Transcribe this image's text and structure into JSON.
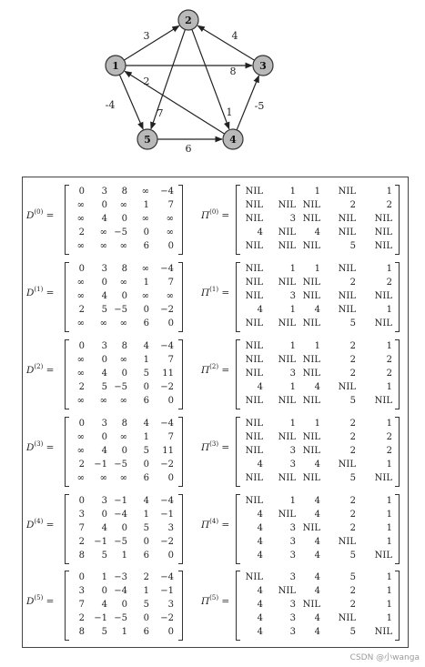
{
  "graph": {
    "nodes": [
      {
        "id": "1",
        "label": "1"
      },
      {
        "id": "2",
        "label": "2"
      },
      {
        "id": "3",
        "label": "3"
      },
      {
        "id": "4",
        "label": "4"
      },
      {
        "id": "5",
        "label": "5"
      }
    ],
    "edges": [
      {
        "from": "1",
        "to": "2",
        "weight": "3"
      },
      {
        "from": "1",
        "to": "3",
        "weight": "8"
      },
      {
        "from": "1",
        "to": "5",
        "weight": "-4"
      },
      {
        "from": "2",
        "to": "4",
        "weight": "1"
      },
      {
        "from": "2",
        "to": "5",
        "weight": "7"
      },
      {
        "from": "3",
        "to": "2",
        "weight": "4"
      },
      {
        "from": "4",
        "to": "1",
        "weight": "2"
      },
      {
        "from": "4",
        "to": "3",
        "weight": "-5"
      },
      {
        "from": "5",
        "to": "4",
        "weight": "6"
      }
    ]
  },
  "steps": [
    {
      "d_label": {
        "sym": "D",
        "sup": "(0)"
      },
      "p_label": {
        "sym": "Π",
        "sup": "(0)"
      },
      "D": [
        [
          "0",
          "3",
          "8",
          "∞",
          "−4"
        ],
        [
          "∞",
          "0",
          "∞",
          "1",
          "7"
        ],
        [
          "∞",
          "4",
          "0",
          "∞",
          "∞"
        ],
        [
          "2",
          "∞",
          "−5",
          "0",
          "∞"
        ],
        [
          "∞",
          "∞",
          "∞",
          "6",
          "0"
        ]
      ],
      "P": [
        [
          "NIL",
          "1",
          "1",
          "NIL",
          "1"
        ],
        [
          "NIL",
          "NIL",
          "NIL",
          "2",
          "2"
        ],
        [
          "NIL",
          "3",
          "NIL",
          "NIL",
          "NIL"
        ],
        [
          "4",
          "NIL",
          "4",
          "NIL",
          "NIL"
        ],
        [
          "NIL",
          "NIL",
          "NIL",
          "5",
          "NIL"
        ]
      ]
    },
    {
      "d_label": {
        "sym": "D",
        "sup": "(1)"
      },
      "p_label": {
        "sym": "Π",
        "sup": "(1)"
      },
      "D": [
        [
          "0",
          "3",
          "8",
          "∞",
          "−4"
        ],
        [
          "∞",
          "0",
          "∞",
          "1",
          "7"
        ],
        [
          "∞",
          "4",
          "0",
          "∞",
          "∞"
        ],
        [
          "2",
          "5",
          "−5",
          "0",
          "−2"
        ],
        [
          "∞",
          "∞",
          "∞",
          "6",
          "0"
        ]
      ],
      "P": [
        [
          "NIL",
          "1",
          "1",
          "NIL",
          "1"
        ],
        [
          "NIL",
          "NIL",
          "NIL",
          "2",
          "2"
        ],
        [
          "NIL",
          "3",
          "NIL",
          "NIL",
          "NIL"
        ],
        [
          "4",
          "1",
          "4",
          "NIL",
          "1"
        ],
        [
          "NIL",
          "NIL",
          "NIL",
          "5",
          "NIL"
        ]
      ]
    },
    {
      "d_label": {
        "sym": "D",
        "sup": "(2)"
      },
      "p_label": {
        "sym": "Π",
        "sup": "(2)"
      },
      "D": [
        [
          "0",
          "3",
          "8",
          "4",
          "−4"
        ],
        [
          "∞",
          "0",
          "∞",
          "1",
          "7"
        ],
        [
          "∞",
          "4",
          "0",
          "5",
          "11"
        ],
        [
          "2",
          "5",
          "−5",
          "0",
          "−2"
        ],
        [
          "∞",
          "∞",
          "∞",
          "6",
          "0"
        ]
      ],
      "P": [
        [
          "NIL",
          "1",
          "1",
          "2",
          "1"
        ],
        [
          "NIL",
          "NIL",
          "NIL",
          "2",
          "2"
        ],
        [
          "NIL",
          "3",
          "NIL",
          "2",
          "2"
        ],
        [
          "4",
          "1",
          "4",
          "NIL",
          "1"
        ],
        [
          "NIL",
          "NIL",
          "NIL",
          "5",
          "NIL"
        ]
      ]
    },
    {
      "d_label": {
        "sym": "D",
        "sup": "(3)"
      },
      "p_label": {
        "sym": "Π",
        "sup": "(3)"
      },
      "D": [
        [
          "0",
          "3",
          "8",
          "4",
          "−4"
        ],
        [
          "∞",
          "0",
          "∞",
          "1",
          "7"
        ],
        [
          "∞",
          "4",
          "0",
          "5",
          "11"
        ],
        [
          "2",
          "−1",
          "−5",
          "0",
          "−2"
        ],
        [
          "∞",
          "∞",
          "∞",
          "6",
          "0"
        ]
      ],
      "P": [
        [
          "NIL",
          "1",
          "1",
          "2",
          "1"
        ],
        [
          "NIL",
          "NIL",
          "NIL",
          "2",
          "2"
        ],
        [
          "NIL",
          "3",
          "NIL",
          "2",
          "2"
        ],
        [
          "4",
          "3",
          "4",
          "NIL",
          "1"
        ],
        [
          "NIL",
          "NIL",
          "NIL",
          "5",
          "NIL"
        ]
      ]
    },
    {
      "d_label": {
        "sym": "D",
        "sup": "(4)"
      },
      "p_label": {
        "sym": "Π",
        "sup": "(4)"
      },
      "D": [
        [
          "0",
          "3",
          "−1",
          "4",
          "−4"
        ],
        [
          "3",
          "0",
          "−4",
          "1",
          "−1"
        ],
        [
          "7",
          "4",
          "0",
          "5",
          "3"
        ],
        [
          "2",
          "−1",
          "−5",
          "0",
          "−2"
        ],
        [
          "8",
          "5",
          "1",
          "6",
          "0"
        ]
      ],
      "P": [
        [
          "NIL",
          "1",
          "4",
          "2",
          "1"
        ],
        [
          "4",
          "NIL",
          "4",
          "2",
          "1"
        ],
        [
          "4",
          "3",
          "NIL",
          "2",
          "1"
        ],
        [
          "4",
          "3",
          "4",
          "NIL",
          "1"
        ],
        [
          "4",
          "3",
          "4",
          "5",
          "NIL"
        ]
      ]
    },
    {
      "d_label": {
        "sym": "D",
        "sup": "(5)"
      },
      "p_label": {
        "sym": "Π",
        "sup": "(5)"
      },
      "D": [
        [
          "0",
          "1",
          "−3",
          "2",
          "−4"
        ],
        [
          "3",
          "0",
          "−4",
          "1",
          "−1"
        ],
        [
          "7",
          "4",
          "0",
          "5",
          "3"
        ],
        [
          "2",
          "−1",
          "−5",
          "0",
          "−2"
        ],
        [
          "8",
          "5",
          "1",
          "6",
          "0"
        ]
      ],
      "P": [
        [
          "NIL",
          "3",
          "4",
          "5",
          "1"
        ],
        [
          "4",
          "NIL",
          "4",
          "2",
          "1"
        ],
        [
          "4",
          "3",
          "NIL",
          "2",
          "1"
        ],
        [
          "4",
          "3",
          "4",
          "NIL",
          "1"
        ],
        [
          "4",
          "3",
          "4",
          "5",
          "NIL"
        ]
      ]
    }
  ],
  "equals_sign": "=",
  "watermark": "CSDN @小wanga"
}
